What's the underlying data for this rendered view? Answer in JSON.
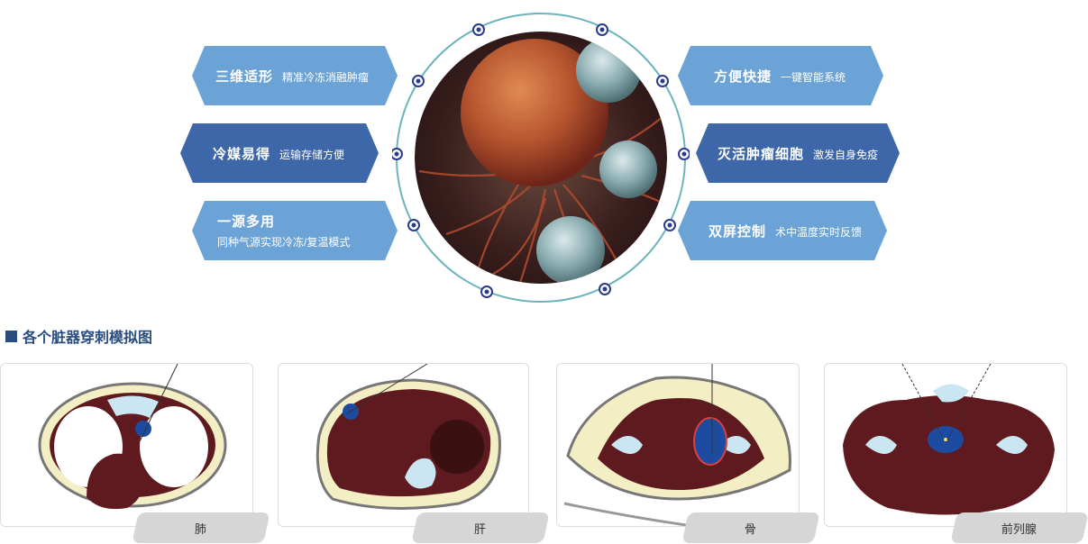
{
  "features": [
    {
      "title": "三维适形",
      "desc": "精准冷冻消融肿瘤"
    },
    {
      "title": "冷媒易得",
      "desc": "运输存储方便"
    },
    {
      "title": "一源多用",
      "desc": "同种气源实现冷冻/复温模式"
    },
    {
      "title": "方便快捷",
      "desc": "一键智能系统"
    },
    {
      "title": "灭活肿瘤细胞",
      "desc": "激发自身免疫"
    },
    {
      "title": "双屏控制",
      "desc": "术中温度实时反馈"
    }
  ],
  "section": {
    "title": "各个脏器穿刺模拟图"
  },
  "organs": [
    "肺",
    "肝",
    "骨",
    "前列腺"
  ],
  "colors": {
    "light_blue": "#6ba3d6",
    "dark_blue": "#3d67a8",
    "section_blue": "#2a4d80",
    "tissue": "#5e1a1f",
    "fat": "#f4eec4"
  }
}
